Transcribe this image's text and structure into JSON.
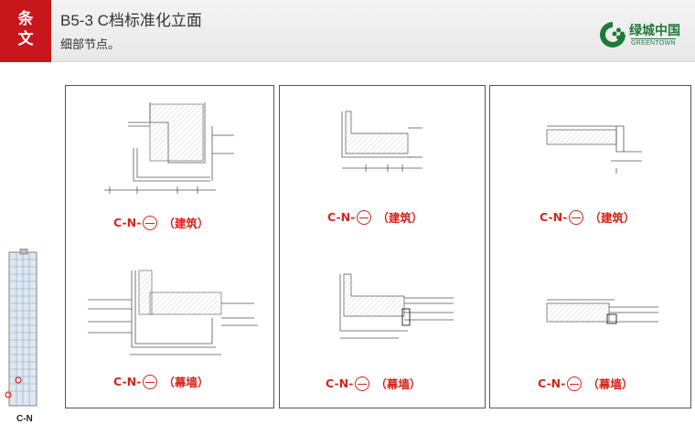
{
  "header": {
    "tag_line1": "条",
    "tag_line2": "文",
    "title": "B5-3 C档标准化立面",
    "subtitle": "细部节点。"
  },
  "logo": {
    "cn": "绿城中国",
    "en": "GREENTOWN",
    "color": "#1f7a3a"
  },
  "accent_color": "#c8161d",
  "panels": [
    {
      "top_label": {
        "prefix": "C-N-",
        "suffix": "（建筑）"
      },
      "bottom_label": {
        "prefix": "C-N-",
        "suffix": "（幕墙）"
      }
    },
    {
      "top_label": {
        "prefix": "C-N-",
        "suffix": "（建筑）"
      },
      "bottom_label": {
        "prefix": "C-N- ",
        "suffix": "（幕墙）"
      }
    },
    {
      "top_label": {
        "prefix": "C-N-",
        "suffix": "（建筑）"
      },
      "bottom_label": {
        "prefix": "C-N- ",
        "suffix": "（幕墙）"
      }
    }
  ],
  "building": {
    "label": "C-N"
  }
}
